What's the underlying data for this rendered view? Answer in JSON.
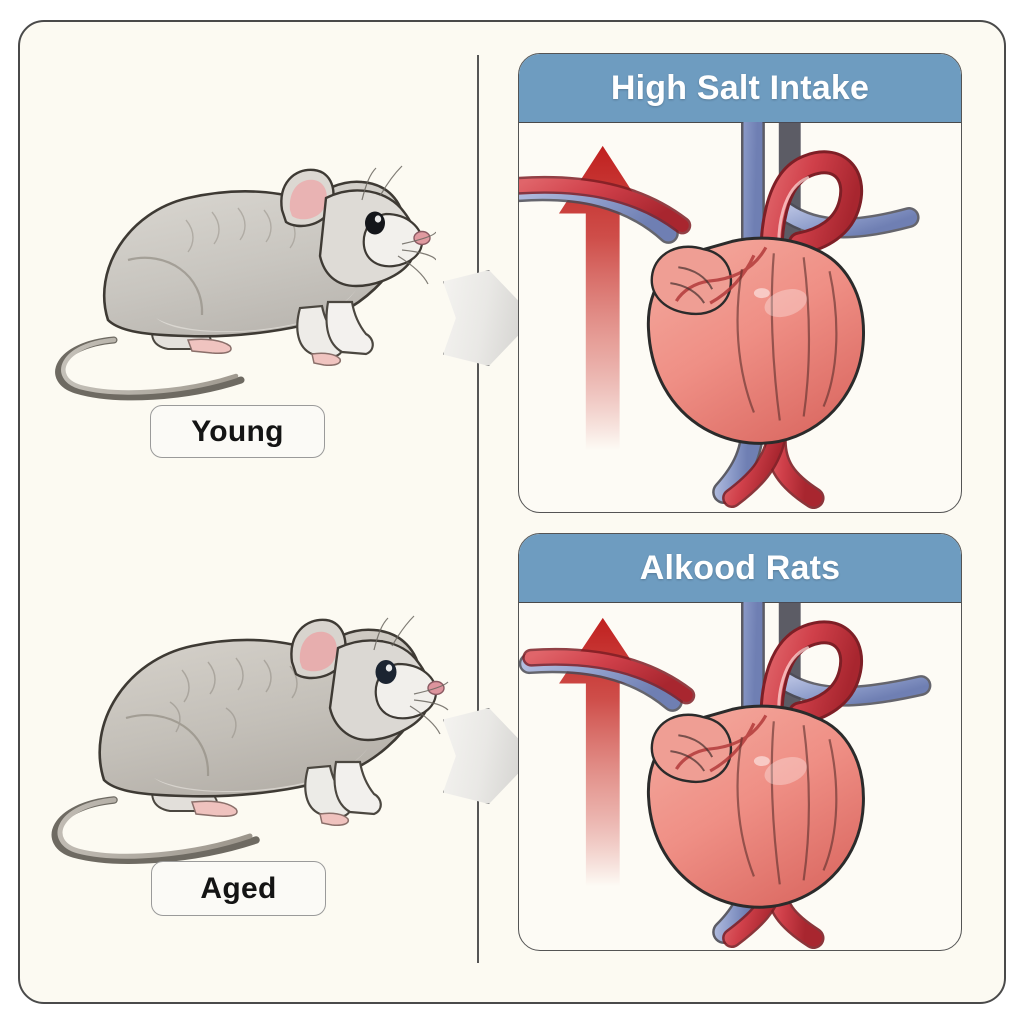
{
  "figure": {
    "title": "",
    "background_color": "#fcfaf2",
    "frame_color": "#4a4a4a"
  },
  "colors": {
    "header_blue": "#6e9cc0",
    "arrow_red": "#c62828",
    "heart_pink": "#ef8f85",
    "artery_red": "#d0404a",
    "vein_blue": "#8f9ecb",
    "rat_gray": "#c9c6c0",
    "label_text": "#141414"
  },
  "left_column": {
    "subjects": [
      {
        "id": "young",
        "label": "Young",
        "icon": "rat-illustration"
      },
      {
        "id": "aged",
        "label": "Aged",
        "icon": "rat-illustration"
      }
    ]
  },
  "connectors": [
    {
      "id": "connector-young",
      "icon": "chevron-right-icon"
    },
    {
      "id": "connector-aged",
      "icon": "chevron-right-icon"
    }
  ],
  "right_column": {
    "panels": [
      {
        "id": "panel-high-salt-intake",
        "header": "High Salt Intake",
        "arrow": {
          "direction": "up",
          "icon": "up-arrow-icon",
          "color": "#c62828"
        },
        "illustration": "heart-with-great-vessels"
      },
      {
        "id": "panel-alkood-rats",
        "header": "Alkood Rats",
        "arrow": {
          "direction": "up",
          "icon": "up-arrow-icon",
          "color": "#c62828"
        },
        "illustration": "heart-with-great-vessels"
      }
    ]
  }
}
